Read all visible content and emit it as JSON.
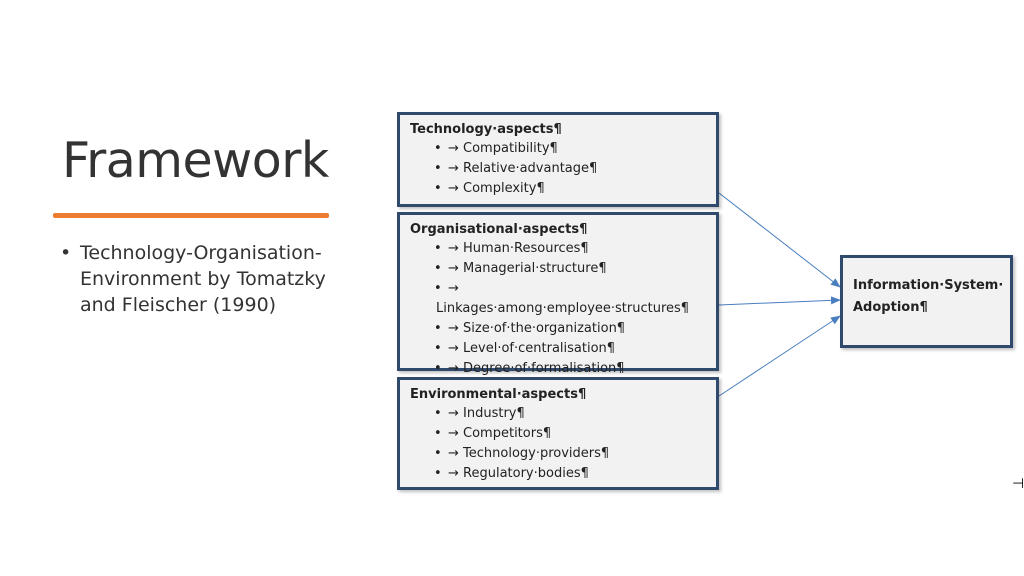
{
  "slide": {
    "title": "Framework",
    "bullets": [
      "Technology-Organisation-Environment by Tomatzky and Fleischer (1990)"
    ]
  },
  "diagram": {
    "technology": {
      "title": "Technology·aspects¶",
      "items": [
        "→ Compatibility¶",
        "→ Relative·advantage¶",
        "→ Complexity¶"
      ]
    },
    "organisational": {
      "title": "Organisational·aspects¶",
      "items": [
        "→ Human·Resources¶",
        "→ Managerial·structure¶",
        "→ Linkages·among·employee·structures¶",
        "→ Size·of·the·organization¶",
        "→ Level·of·centralisation¶",
        "→ Degree·of·formalisation¶"
      ]
    },
    "environmental": {
      "title": "Environmental·aspects¶",
      "items": [
        "→ Industry¶",
        "→ Competitors¶",
        "→ Technology·providers¶",
        "→ Regulatory·bodies¶"
      ]
    },
    "outcome": {
      "line1": "Information·System·",
      "line2": "Adoption¶"
    }
  },
  "colors": {
    "accent": "#ed7d31",
    "box_border": "#2f4a6d",
    "arrow": "#4a7ebf"
  },
  "icons": {
    "bullet": "•",
    "cursor": "⊣"
  }
}
